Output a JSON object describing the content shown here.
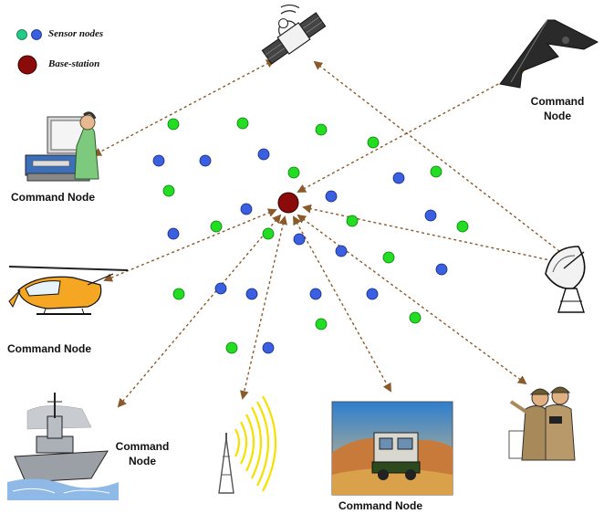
{
  "legend": {
    "sensor_label": "Sensor nodes",
    "base_label": "Base-station"
  },
  "colors": {
    "sensor_green": "#22dd22",
    "sensor_blue": "#3a5fe0",
    "base_station": "#8b0a0a",
    "arrow": "#8b5a2b"
  },
  "command_labels": {
    "computer": "Command Node",
    "stealth_line1": "Command",
    "stealth_line2": "Node",
    "helicopter": "Command Node",
    "ship_line1": "Command",
    "ship_line2": "Node",
    "truck": "Command Node"
  },
  "icons": [
    "satellite-icon",
    "stealth-bomber-icon",
    "computer-operator-icon",
    "helicopter-icon",
    "radar-dish-icon",
    "warship-icon",
    "radio-tower-icon",
    "military-truck-icon",
    "soldiers-icon"
  ]
}
